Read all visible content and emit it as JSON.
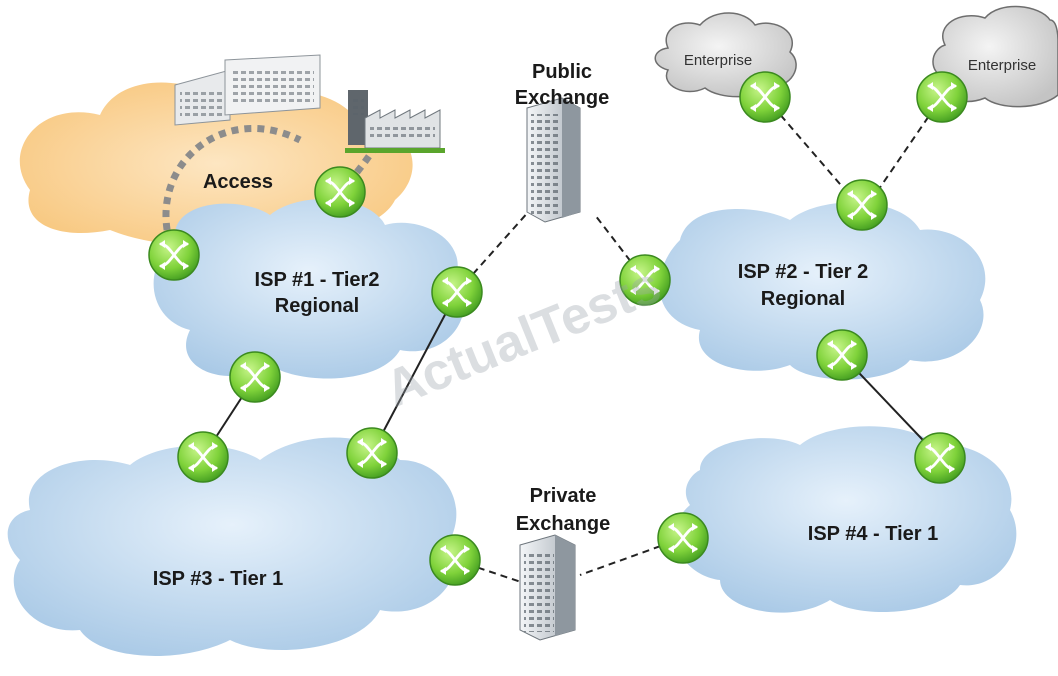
{
  "colors": {
    "cloud_blue": "#bcd6ec",
    "cloud_access": "#fbd49c",
    "cloud_enterprise": "#d6d6d6",
    "router_green": "#7fd23a",
    "router_dark": "#2e7d1a"
  },
  "labels": {
    "access": "Access",
    "isp1_line1": "ISP #1 - Tier2",
    "isp1_line2": "Regional",
    "isp2_line1": "ISP #2 - Tier 2",
    "isp2_line2": "Regional",
    "isp3": "ISP #3 - Tier 1",
    "isp4": "ISP #4 - Tier 1",
    "public_line1": "Public",
    "public_line2": "Exchange",
    "private_line1": "Private",
    "private_line2": "Exchange",
    "enterprise_left": "Enterprise",
    "enterprise_right": "Enterprise"
  },
  "watermark": "ActualTests",
  "icons": {
    "router": "router-icon",
    "exchange": "building-icon",
    "office": "office-building-icon",
    "factory": "factory-icon"
  }
}
